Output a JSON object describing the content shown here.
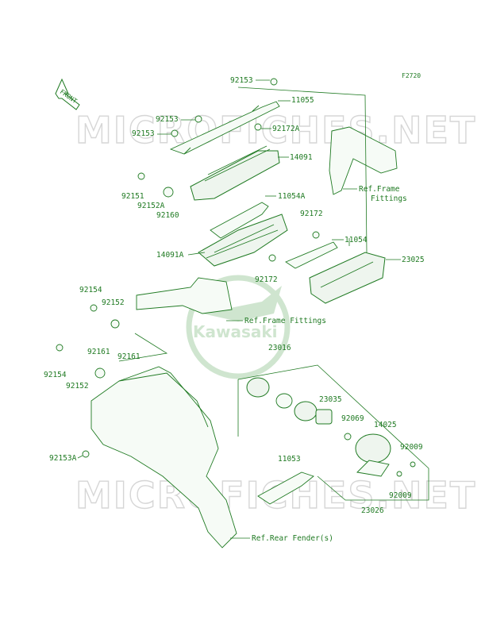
{
  "figure_code": "F2720",
  "front_arrow": "FRONT",
  "watermark": "MICROFICHES.NET",
  "logo_text": "Kawasaki",
  "colors": {
    "ink": "#1f7a22",
    "watermark": "#d6d6d6",
    "logo": "#cfe5cf"
  },
  "labels": {
    "p92153_top": "92153",
    "p11055": "11055",
    "p92153_a": "92153",
    "p92153_b": "92153",
    "p92172a": "92172A",
    "p14091": "14091",
    "p92151": "92151",
    "p92152a": "92152A",
    "p92160": "92160",
    "ref_frame_fittings_1": "Ref.Frame",
    "ref_frame_fittings_1b": "Fittings",
    "p11054a": "11054A",
    "p92172": "92172",
    "p11054": "11054",
    "p14091a": "14091A",
    "p23025": "23025",
    "p92172_b": "92172",
    "p92154_a": "92154",
    "p92152_a": "92152",
    "ref_frame_fittings_2": "Ref.Frame Fittings",
    "p23016": "23016",
    "p92161_a": "92161",
    "p92161_b": "92161",
    "p92154_b": "92154",
    "p92152_b": "92152",
    "p23035": "23035",
    "p92069": "92069",
    "p14025": "14025",
    "p92009_a": "92009",
    "p92153a": "92153A",
    "p11053": "11053",
    "p92009_b": "92009",
    "p23026": "23026",
    "ref_rear_fender": "Ref.Rear Fender(s)"
  }
}
